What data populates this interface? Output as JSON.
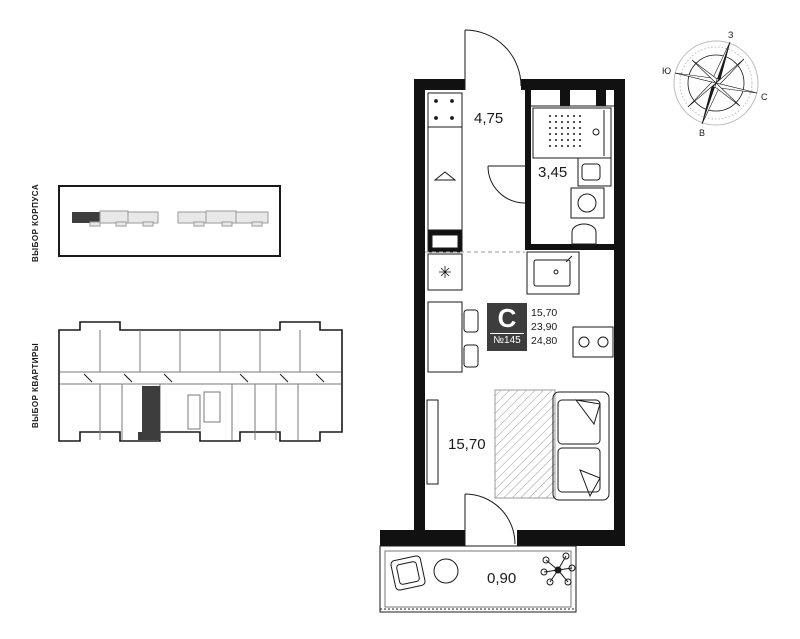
{
  "selectors": {
    "building_label": "ВЫБОР КОРПУСА",
    "apartment_label": "ВЫБОР КВАРТИРЫ"
  },
  "compass": {
    "north": "З",
    "west": "Ю",
    "east": "С",
    "south": "В"
  },
  "rooms": {
    "kitchen_hall": "4,75",
    "bathroom": "3,45",
    "living": "15,70",
    "balcony": "0,90"
  },
  "apartment": {
    "type": "С",
    "number": "№145",
    "areas": [
      "15,70",
      "23,90",
      "24,80"
    ]
  },
  "colors": {
    "wall": "#111111",
    "selected": "#3d3d3d",
    "outline": "#bdbdbd"
  }
}
